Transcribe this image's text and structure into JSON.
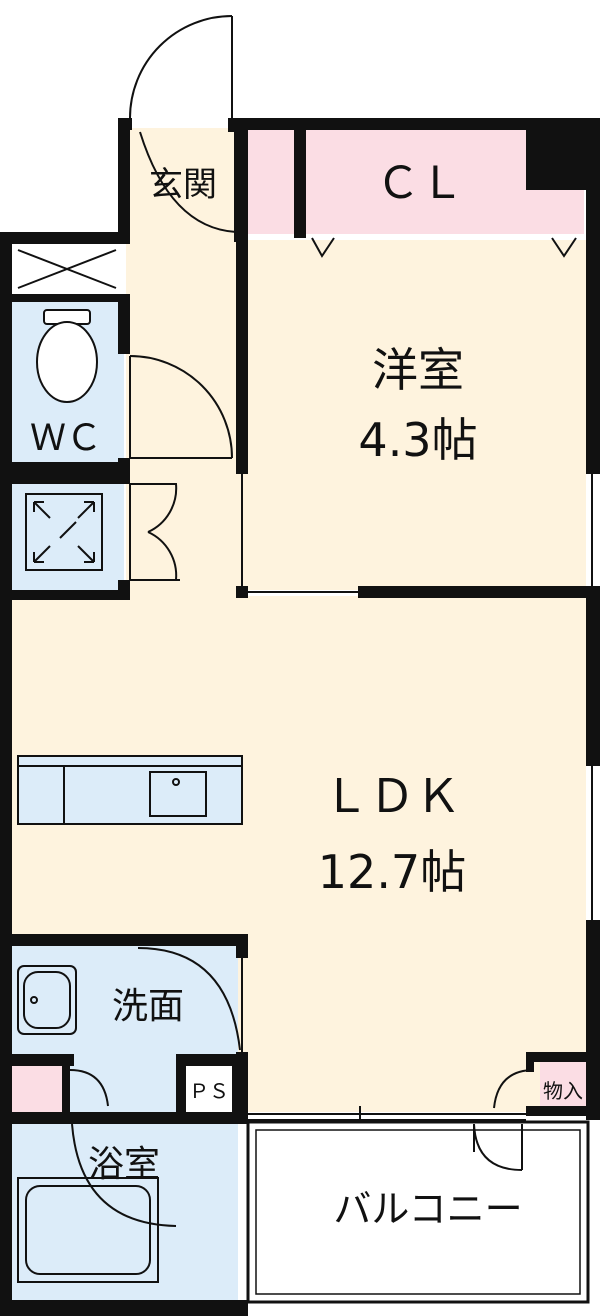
{
  "floorplan": {
    "colors": {
      "living_floor": "#fef3de",
      "wet_area": "#dcecf9",
      "closet": "#fbdde4",
      "wall": "#111111",
      "balcony": "#ffffff"
    },
    "rooms": {
      "entrance": "玄関",
      "closet": "ＣＬ",
      "western_room_name": "洋室",
      "western_room_size": "4.3帖",
      "toilet": "ＷＣ",
      "ldk_name": "ＬＤＫ",
      "ldk_size": "12.7帖",
      "washroom": "洗面",
      "pipe_space": "ＰＳ",
      "storage": "物入",
      "bathroom": "浴室",
      "balcony": "バルコニー"
    }
  }
}
